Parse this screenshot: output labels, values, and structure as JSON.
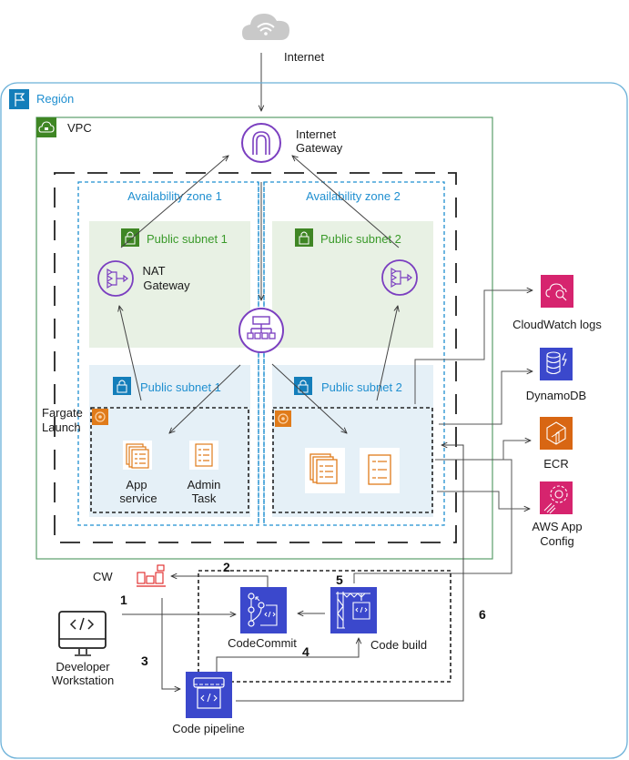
{
  "internet": {
    "label": "Internet",
    "icon": "cloud-wifi-icon"
  },
  "region": {
    "label": "Región",
    "icon": "flag-icon",
    "color": "#147EBA"
  },
  "vpc": {
    "label": "VPC",
    "icon": "cloud-lock-icon",
    "color": "#3F8624"
  },
  "internet_gateway": {
    "label_line1": "Internet",
    "label_line2": "Gateway",
    "color": "#7B3FC0"
  },
  "availability_zones": [
    {
      "label": "Availability zone 1"
    },
    {
      "label": "Availability zone 2"
    }
  ],
  "subnets": {
    "public_top": [
      {
        "label": "Public subnet 1"
      },
      {
        "label": "Public subnet 2"
      }
    ],
    "public_bottom": [
      {
        "label": "Public subnet 1"
      },
      {
        "label": "Public subnet 2"
      }
    ]
  },
  "nat_gateway": {
    "label_line1": "NAT",
    "label_line2": "Gateway"
  },
  "fargate": {
    "label_line1": "Fargate",
    "label_line2": "Launch"
  },
  "tasks_az1": [
    {
      "label_line1": "App",
      "label_line2": "service"
    },
    {
      "label_line1": "Admin",
      "label_line2": "Task"
    }
  ],
  "services": [
    {
      "label": "CloudWatch logs",
      "color": "#D6246E"
    },
    {
      "label": "DynamoDB",
      "color": "#3B48CC"
    },
    {
      "label": "ECR",
      "color": "#D86613"
    },
    {
      "label_line1": "AWS App",
      "label_line2": "Config",
      "color": "#D6246E"
    }
  ],
  "devops": {
    "cw_label": "CW",
    "developer_line1": "Developer",
    "developer_line2": "Workstation",
    "codecommit": "CodeCommit",
    "codebuild": "Code build",
    "codepipeline": "Code pipeline"
  },
  "steps": [
    "1",
    "2",
    "3",
    "4",
    "5",
    "6"
  ]
}
